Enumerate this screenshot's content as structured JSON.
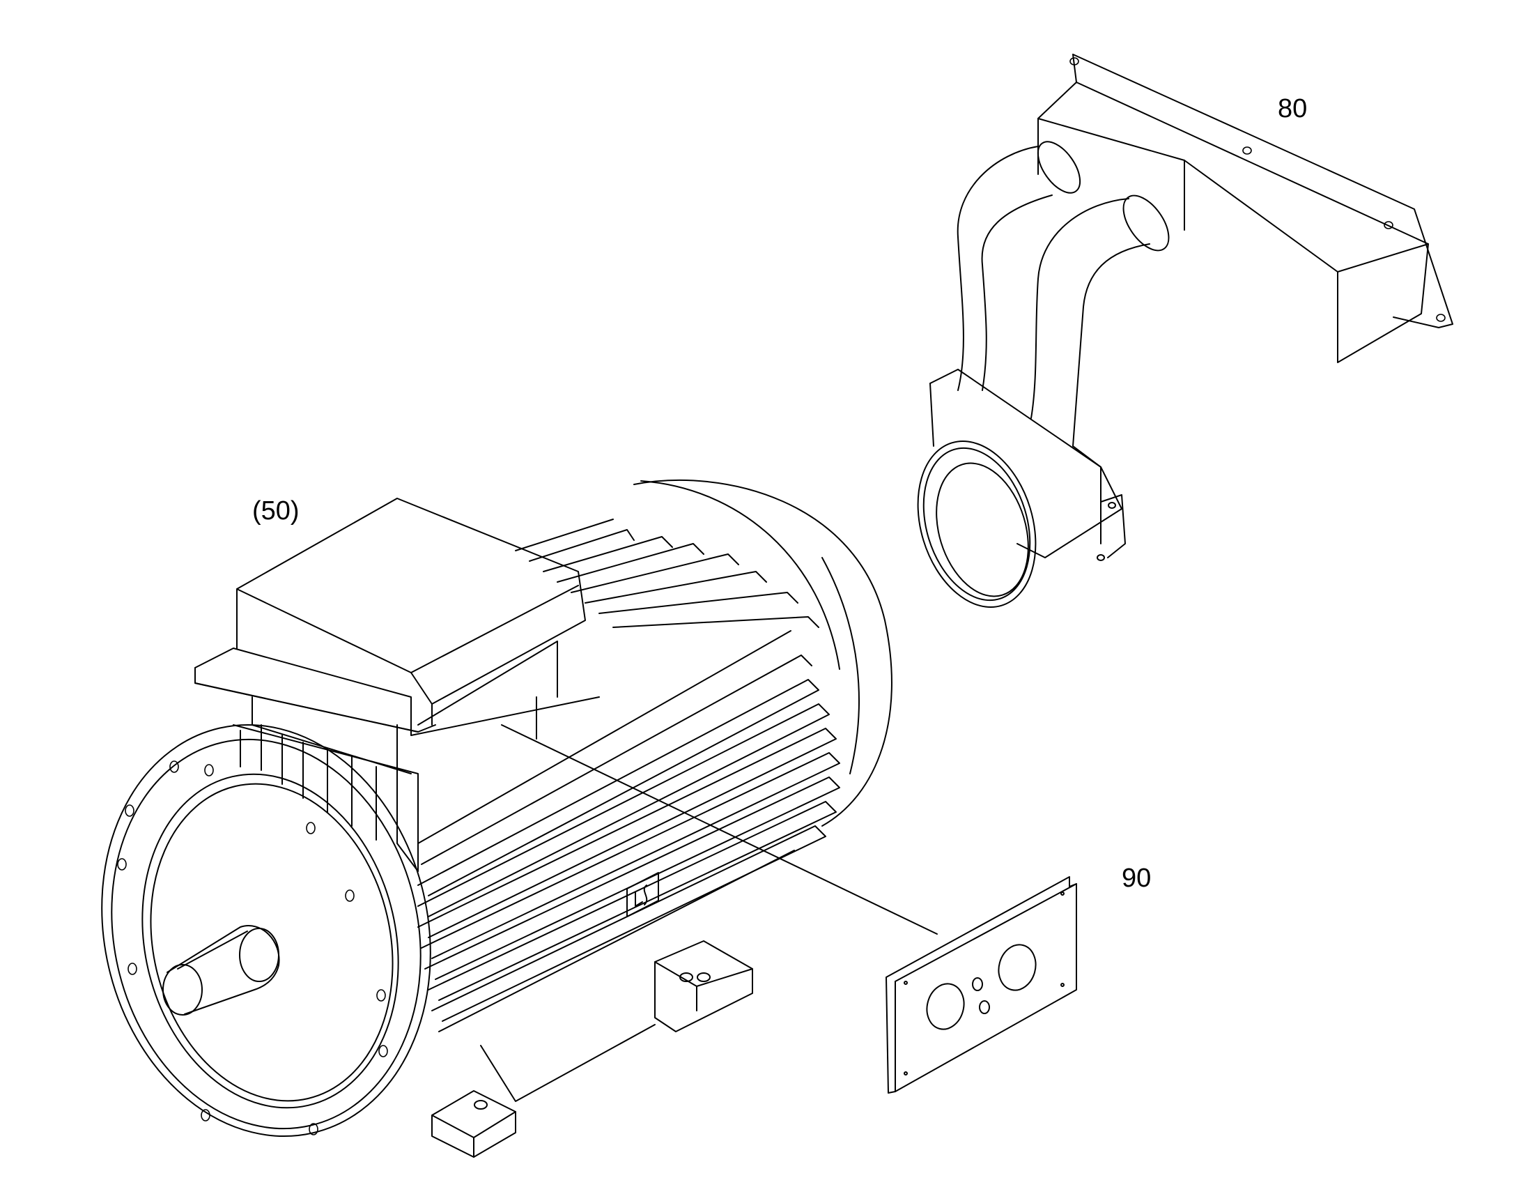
{
  "labels": {
    "motor": "(50)",
    "duct": "80",
    "plate": "90"
  },
  "icons": {
    "motor": "electric-motor-drawing",
    "duct": "air-duct-drawing",
    "plate": "terminal-plate-drawing"
  },
  "colors": {
    "line": "#000000",
    "background": "#ffffff"
  }
}
